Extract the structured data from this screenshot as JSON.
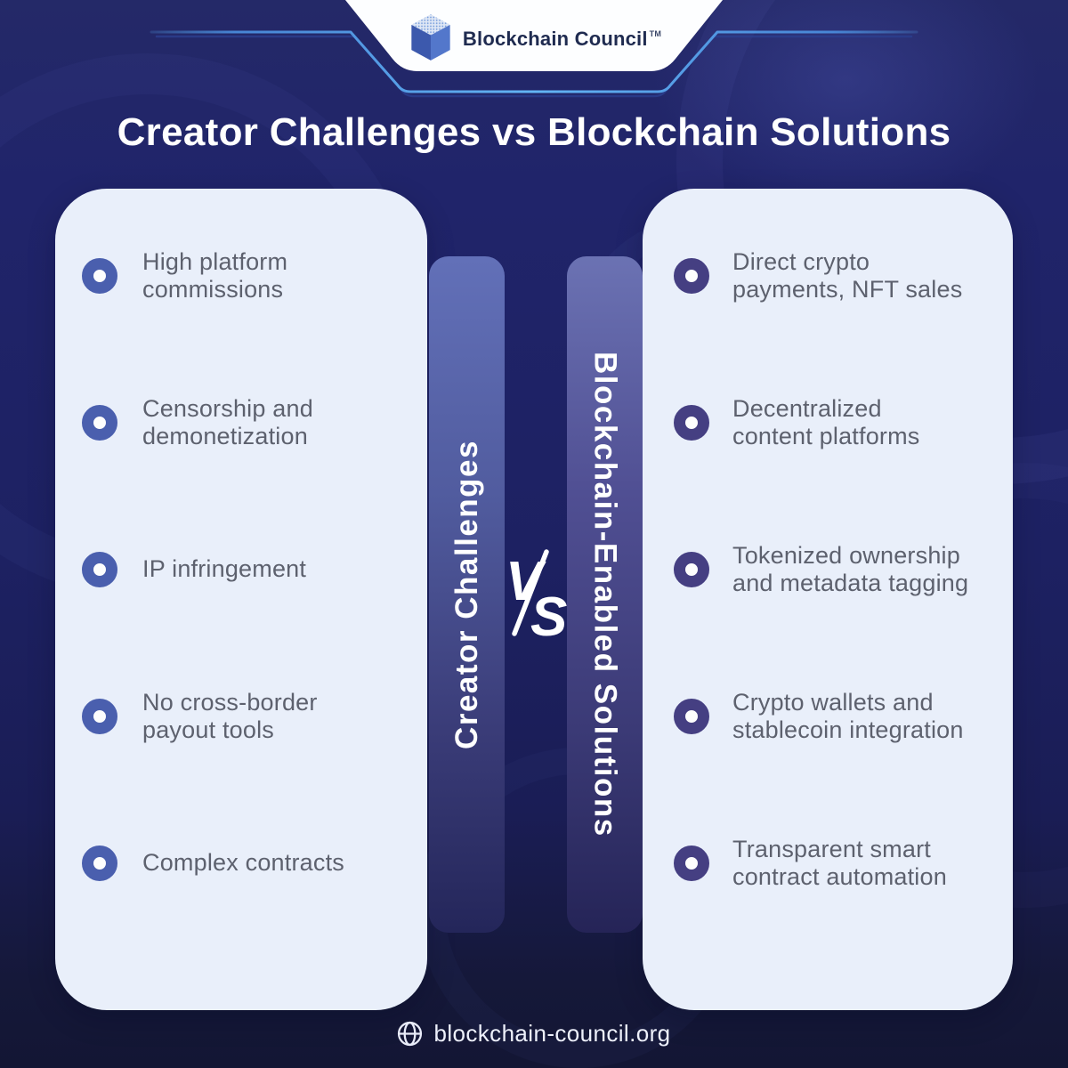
{
  "header": {
    "brand": "Blockchain Council",
    "trademark": "TM",
    "logo_icon": "cube-icon"
  },
  "title": "Creator Challenges vs Blockchain Solutions",
  "vs_badge": {
    "v": "V",
    "s": "S"
  },
  "left_panel": {
    "column_label": "Creator Challenges",
    "items": [
      {
        "lines": [
          "High platform",
          "commissions"
        ]
      },
      {
        "lines": [
          "Censorship and",
          "demonetization"
        ]
      },
      {
        "lines": [
          "IP infringement"
        ]
      },
      {
        "lines": [
          "No cross-border",
          "payout tools"
        ]
      },
      {
        "lines": [
          "Complex contracts"
        ]
      }
    ]
  },
  "right_panel": {
    "column_label": "Blockchain-Enabled Solutions",
    "items": [
      {
        "lines": [
          "Direct crypto",
          "payments, NFT sales"
        ]
      },
      {
        "lines": [
          "Decentralized",
          "content platforms"
        ]
      },
      {
        "lines": [
          "Tokenized ownership",
          "and metadata tagging"
        ]
      },
      {
        "lines": [
          "Crypto wallets and",
          "stablecoin integration"
        ]
      },
      {
        "lines": [
          "Transparent smart",
          "contract automation"
        ]
      }
    ]
  },
  "footer": {
    "website": "blockchain-council.org",
    "icon": "globe-icon"
  },
  "colors": {
    "background": "#1d2162",
    "panel": "#e9effa",
    "bullet_left": "#4a5fae",
    "bullet_right": "#453f82",
    "item_text": "#5d616e",
    "column_left_top": "#6270b8",
    "column_right_top": "#6b72b3",
    "accent_line": "#58aef2",
    "brand_text": "#1f2b50",
    "title_text": "#ffffff"
  }
}
